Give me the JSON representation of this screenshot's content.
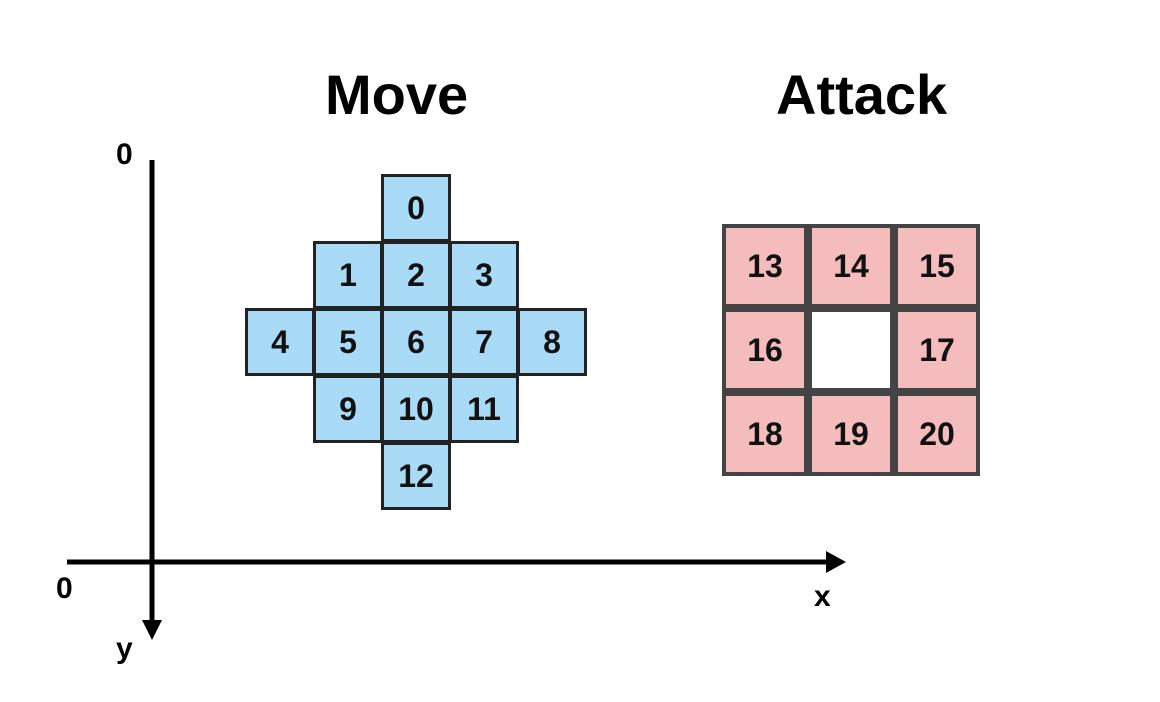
{
  "titles": {
    "move": "Move",
    "attack": "Attack"
  },
  "axes": {
    "x_label": "x",
    "y_label": "y",
    "x_origin": "0",
    "y_origin": "0"
  },
  "colors": {
    "move_fill": "#a9dbf7",
    "attack_fill": "#f4bcbc",
    "attack_center_fill": "#ffffff",
    "axis": "#000000"
  },
  "move_grid": {
    "cells": [
      {
        "label": "0",
        "col": 2,
        "row": 0
      },
      {
        "label": "1",
        "col": 1,
        "row": 1
      },
      {
        "label": "2",
        "col": 2,
        "row": 1
      },
      {
        "label": "3",
        "col": 3,
        "row": 1
      },
      {
        "label": "4",
        "col": 0,
        "row": 2
      },
      {
        "label": "5",
        "col": 1,
        "row": 2
      },
      {
        "label": "6",
        "col": 2,
        "row": 2
      },
      {
        "label": "7",
        "col": 3,
        "row": 2
      },
      {
        "label": "8",
        "col": 4,
        "row": 2
      },
      {
        "label": "9",
        "col": 1,
        "row": 3
      },
      {
        "label": "10",
        "col": 2,
        "row": 3
      },
      {
        "label": "11",
        "col": 3,
        "row": 3
      },
      {
        "label": "12",
        "col": 2,
        "row": 4
      }
    ]
  },
  "attack_grid": {
    "cells": [
      {
        "label": "13",
        "col": 0,
        "row": 0
      },
      {
        "label": "14",
        "col": 1,
        "row": 0
      },
      {
        "label": "15",
        "col": 2,
        "row": 0
      },
      {
        "label": "16",
        "col": 0,
        "row": 1
      },
      {
        "label": "",
        "col": 1,
        "row": 1,
        "center": true
      },
      {
        "label": "17",
        "col": 2,
        "row": 1
      },
      {
        "label": "18",
        "col": 0,
        "row": 2
      },
      {
        "label": "19",
        "col": 1,
        "row": 2
      },
      {
        "label": "20",
        "col": 2,
        "row": 2
      }
    ]
  }
}
